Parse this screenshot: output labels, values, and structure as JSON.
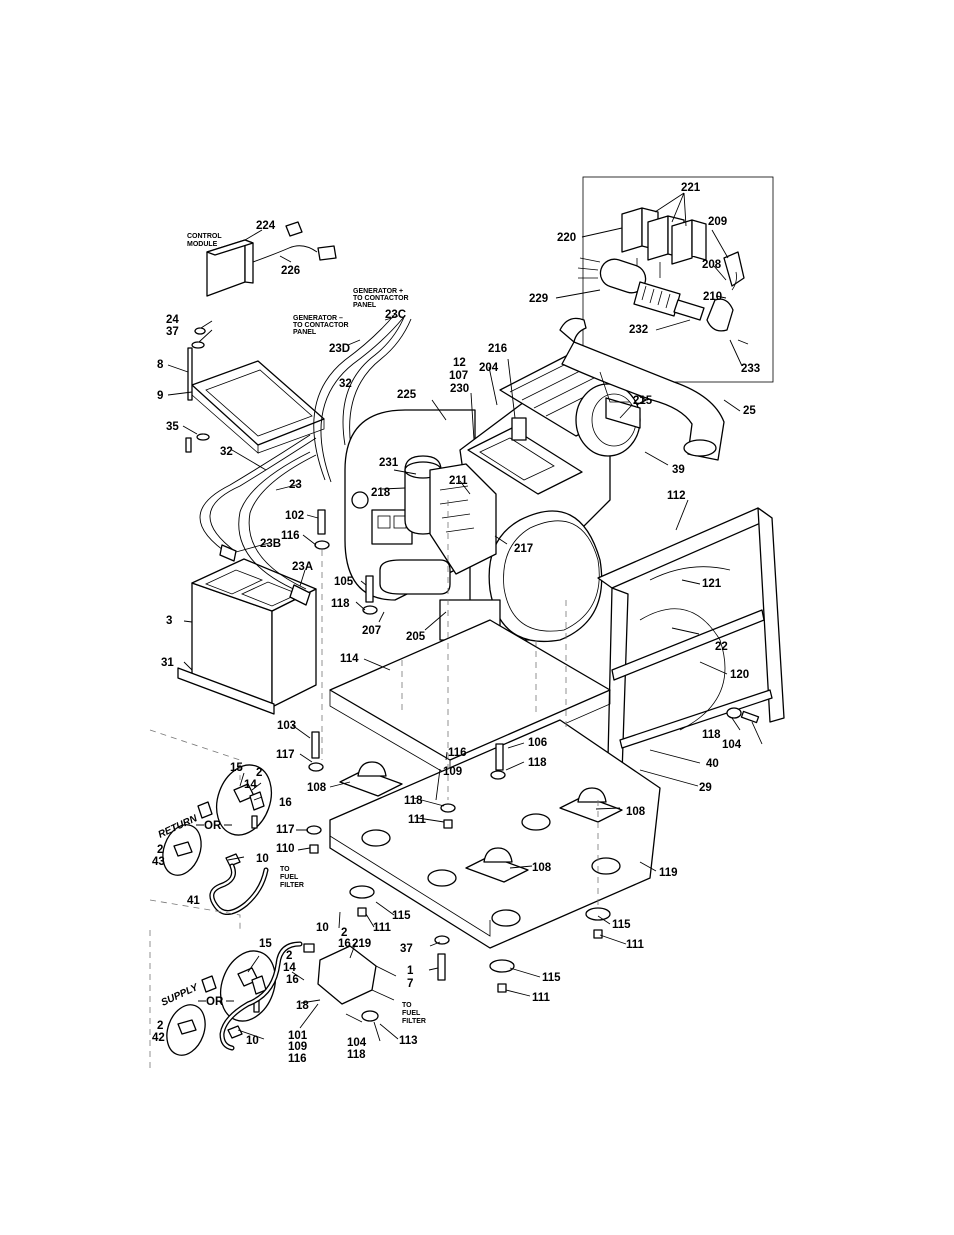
{
  "callouts": [
    {
      "id": "c224",
      "text": "224"
    },
    {
      "id": "c226",
      "text": "226"
    },
    {
      "id": "c221",
      "text": "221"
    },
    {
      "id": "c220",
      "text": "220"
    },
    {
      "id": "c209",
      "text": "209"
    },
    {
      "id": "c208",
      "text": "208"
    },
    {
      "id": "c210",
      "text": "210"
    },
    {
      "id": "c229",
      "text": "229"
    },
    {
      "id": "c232",
      "text": "232"
    },
    {
      "id": "c233",
      "text": "233"
    },
    {
      "id": "c23C",
      "text": "23C"
    },
    {
      "id": "c23D",
      "text": "23D"
    },
    {
      "id": "c24",
      "text": "24"
    },
    {
      "id": "c37a",
      "text": "37"
    },
    {
      "id": "c8",
      "text": "8"
    },
    {
      "id": "c9",
      "text": "9"
    },
    {
      "id": "c35",
      "text": "35"
    },
    {
      "id": "c32a",
      "text": "32"
    },
    {
      "id": "c32b",
      "text": "32"
    },
    {
      "id": "c23",
      "text": "23"
    },
    {
      "id": "c23B",
      "text": "23B"
    },
    {
      "id": "c23A",
      "text": "23A"
    },
    {
      "id": "c102",
      "text": "102"
    },
    {
      "id": "c116a",
      "text": "116"
    },
    {
      "id": "c105",
      "text": "105"
    },
    {
      "id": "c118a",
      "text": "118"
    },
    {
      "id": "c207",
      "text": "207"
    },
    {
      "id": "c3",
      "text": "3"
    },
    {
      "id": "c31",
      "text": "31"
    },
    {
      "id": "c12",
      "text": "12"
    },
    {
      "id": "c107a",
      "text": "107"
    },
    {
      "id": "c230",
      "text": "230"
    },
    {
      "id": "c216",
      "text": "216"
    },
    {
      "id": "c204",
      "text": "204"
    },
    {
      "id": "c225",
      "text": "225"
    },
    {
      "id": "c215",
      "text": "215"
    },
    {
      "id": "c25",
      "text": "25"
    },
    {
      "id": "c39",
      "text": "39"
    },
    {
      "id": "c231",
      "text": "231"
    },
    {
      "id": "c218",
      "text": "218"
    },
    {
      "id": "c211",
      "text": "211"
    },
    {
      "id": "c217",
      "text": "217"
    },
    {
      "id": "c205",
      "text": "205"
    },
    {
      "id": "c112",
      "text": "112"
    },
    {
      "id": "c121",
      "text": "121"
    },
    {
      "id": "c22",
      "text": "22"
    },
    {
      "id": "c120",
      "text": "120"
    },
    {
      "id": "c118b",
      "text": "118"
    },
    {
      "id": "c104a",
      "text": "104"
    },
    {
      "id": "c40",
      "text": "40"
    },
    {
      "id": "c29",
      "text": "29"
    },
    {
      "id": "c114",
      "text": "114"
    },
    {
      "id": "c103",
      "text": "103"
    },
    {
      "id": "c106",
      "text": "106"
    },
    {
      "id": "c118c",
      "text": "118"
    },
    {
      "id": "c116b",
      "text": "116"
    },
    {
      "id": "c109a",
      "text": "109"
    },
    {
      "id": "c117a",
      "text": "117"
    },
    {
      "id": "c15a",
      "text": "15"
    },
    {
      "id": "c2a",
      "text": "2"
    },
    {
      "id": "c14a",
      "text": "14"
    },
    {
      "id": "c16a",
      "text": "16"
    },
    {
      "id": "c108a",
      "text": "108"
    },
    {
      "id": "c108b",
      "text": "108"
    },
    {
      "id": "c118d",
      "text": "118"
    },
    {
      "id": "c111a",
      "text": "111"
    },
    {
      "id": "c117b",
      "text": "117"
    },
    {
      "id": "c110",
      "text": "110"
    },
    {
      "id": "c2b",
      "text": "2"
    },
    {
      "id": "c43",
      "text": "43"
    },
    {
      "id": "c10a",
      "text": "10"
    },
    {
      "id": "c108c",
      "text": "108"
    },
    {
      "id": "c119",
      "text": "119"
    },
    {
      "id": "c41",
      "text": "41"
    },
    {
      "id": "c115a",
      "text": "115"
    },
    {
      "id": "c111b",
      "text": "111"
    },
    {
      "id": "c10b",
      "text": "10"
    },
    {
      "id": "c2c",
      "text": "2"
    },
    {
      "id": "c16b",
      "text": "16"
    },
    {
      "id": "c219",
      "text": "219"
    },
    {
      "id": "c15b",
      "text": "15"
    },
    {
      "id": "c2d",
      "text": "2"
    },
    {
      "id": "c14b",
      "text": "14"
    },
    {
      "id": "c16c",
      "text": "16"
    },
    {
      "id": "c37b",
      "text": "37"
    },
    {
      "id": "c115b",
      "text": "115"
    },
    {
      "id": "c111c",
      "text": "111"
    },
    {
      "id": "c1",
      "text": "1"
    },
    {
      "id": "c7",
      "text": "7"
    },
    {
      "id": "c115c",
      "text": "115"
    },
    {
      "id": "c111d",
      "text": "111"
    },
    {
      "id": "c18",
      "text": "18"
    },
    {
      "id": "c2e",
      "text": "2"
    },
    {
      "id": "c42",
      "text": "42"
    },
    {
      "id": "c10c",
      "text": "10"
    },
    {
      "id": "c101",
      "text": "101"
    },
    {
      "id": "c109b",
      "text": "109"
    },
    {
      "id": "c116c",
      "text": "116"
    },
    {
      "id": "c104b",
      "text": "104"
    },
    {
      "id": "c118e",
      "text": "118"
    },
    {
      "id": "c113",
      "text": "113"
    }
  ],
  "notes": {
    "control_module": [
      "CONTROL",
      "MODULE"
    ],
    "gen_plus": [
      "GENERATOR +",
      "TO CONTACTOR",
      "PANEL"
    ],
    "gen_minus": [
      "GENERATOR –",
      "TO CONTACTOR",
      "PANEL"
    ],
    "fuel_filter_1": [
      "TO",
      "FUEL",
      "FILTER"
    ],
    "fuel_filter_2": [
      "TO",
      "FUEL",
      "FILTER"
    ],
    "return": "RETURN",
    "supply": "SUPPLY",
    "or_1": "OR",
    "or_2": "OR"
  }
}
